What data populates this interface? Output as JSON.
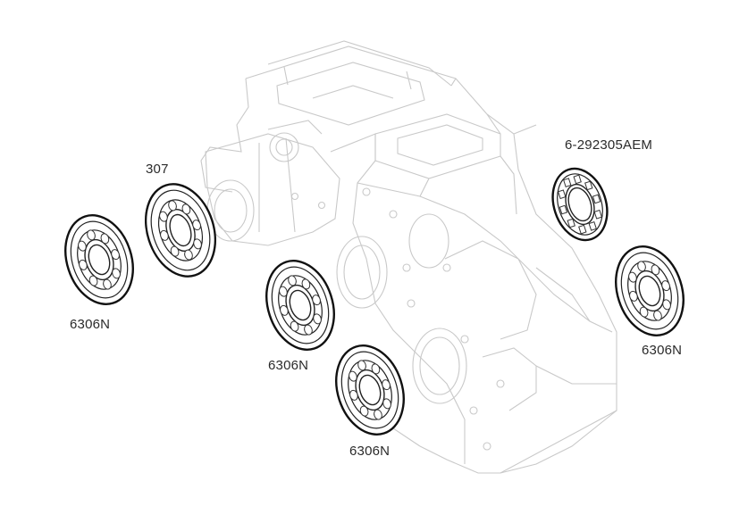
{
  "labels": {
    "bearing_307": "307",
    "bearing_6_292305aem": "6-292305AEM",
    "bearing_6306n_left": "6306N",
    "bearing_6306n_center": "6306N",
    "bearing_6306n_bottom": "6306N",
    "bearing_6306n_right": "6306N"
  },
  "colors": {
    "housing_line": "#c9c9c9",
    "bearing_line": "#111111",
    "label_text": "#2a2a2a",
    "background": "#ffffff"
  }
}
